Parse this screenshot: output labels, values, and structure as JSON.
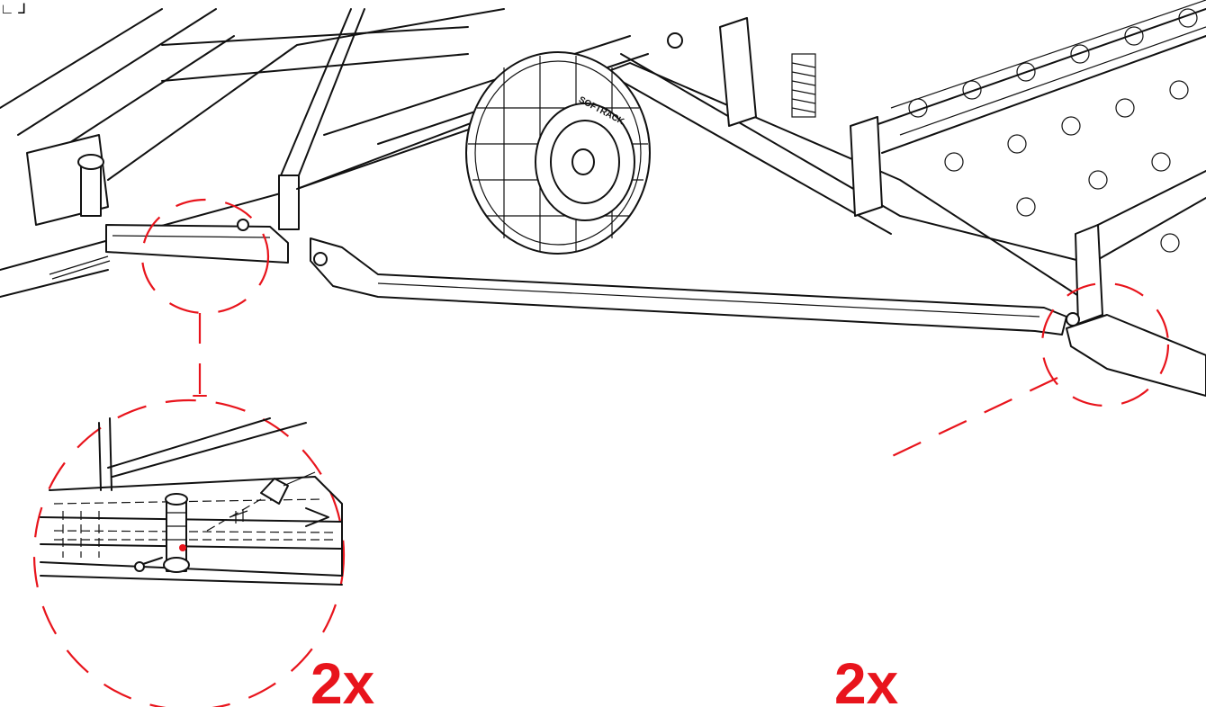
{
  "diagram": {
    "tire_brand": "SOFTRACK",
    "detail_left": {
      "multiplier": "2x"
    },
    "detail_right": {
      "multiplier": "2x"
    },
    "colors": {
      "callout": "#e8141c",
      "line": "#111111",
      "background": "#ffffff"
    }
  }
}
